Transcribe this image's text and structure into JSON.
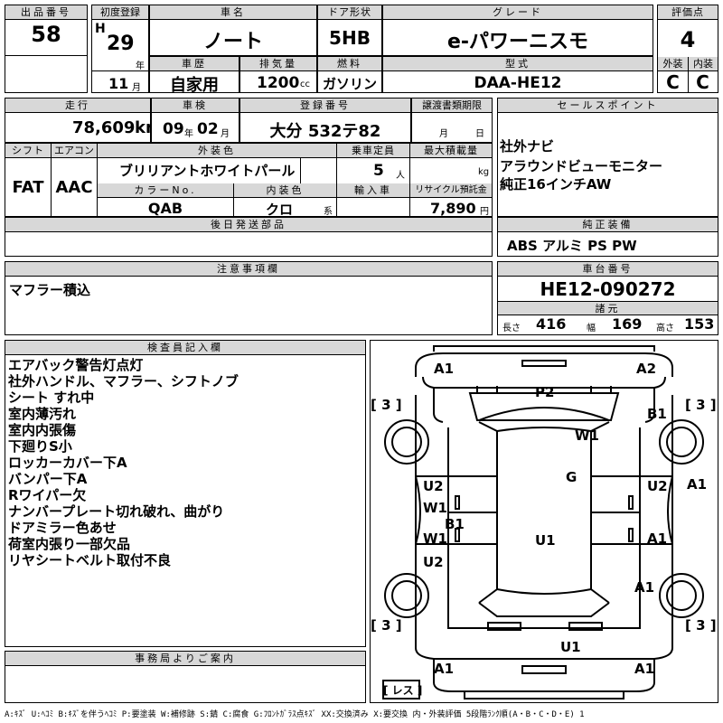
{
  "headers": {
    "lot_no": "出品番号",
    "first_reg": "初度登録",
    "car_name": "車名",
    "door": "ドア形状",
    "grade": "グレード",
    "score": "評価点",
    "history": "車歴",
    "displacement": "排気量",
    "fuel": "燃料",
    "model_code": "型式",
    "exterior": "外装",
    "interior": "内装",
    "mileage": "走行",
    "inspection": "車検",
    "plate": "登録番号",
    "transfer_deadline": "譲渡書類期限",
    "sales_point": "セールスポイント",
    "shift": "シフト",
    "aircon": "エアコン",
    "ext_color": "外装色",
    "capacity": "乗車定員",
    "max_load": "最大積載量",
    "color_no": "カラーNo.",
    "int_color": "内装色",
    "import": "輸入車",
    "recycle": "リサイクル預託金",
    "later_parts": "後日発送部品",
    "genuine_equip": "純正装備",
    "notes": "注意事項欄",
    "chassis_no": "車台番号",
    "dims": "諸元",
    "inspector": "検査員記入欄",
    "office": "事務局よりご案内"
  },
  "lot_no": "58",
  "era": "H",
  "year": "29",
  "year_unit": "年",
  "month": "11",
  "month_unit": "月",
  "car_name": "ノート",
  "door": "5HB",
  "grade": "e-パワーニスモ",
  "score": "4",
  "history": "自家用",
  "displacement": "1200",
  "displacement_unit": "cc",
  "fuel": "ガソリン",
  "model_code": "DAA-HE12",
  "exterior_score": "C",
  "interior_score": "C",
  "mileage": "78,609",
  "mileage_unit": "km",
  "inspection_year": "09",
  "inspection_year_unit": "年",
  "inspection_month": "02",
  "inspection_month_unit": "月",
  "plate": "大分 532テ82",
  "transfer_month": "月",
  "transfer_day": "日",
  "sales_points": [
    "社外ナビ",
    "アラウンドビューモニター",
    "純正16インチAW"
  ],
  "shift": "FAT",
  "aircon": "AAC",
  "ext_color": "ブリリアントホワイトパール",
  "capacity": "5",
  "capacity_unit": "人",
  "max_load_unit": "kg",
  "color_no": "QAB",
  "int_color": "クロ",
  "int_color_unit": "系",
  "recycle": "7,890",
  "recycle_unit": "円",
  "genuine_equip": "ABS アルミ PS PW",
  "notes": "マフラー積込",
  "chassis_no": "HE12-090272",
  "length_label": "長さ",
  "length": "416",
  "width_label": "幅",
  "width": "169",
  "height_label": "高さ",
  "height": "153",
  "inspector_notes": [
    "エアバック警告灯点灯",
    "社外ハンドル、マフラー、シフトノブ",
    "シート すれ中",
    "室内薄汚れ",
    "室内内張傷",
    "下廻りS小",
    "ロッカーカバー下A",
    "バンパー下A",
    "Rワイパー欠",
    "ナンバープレート切れ破れ、曲がり",
    "ドアミラー色あせ",
    "荷室内張り一部欠品",
    "リヤシートベルト取付不良"
  ],
  "damage_marks": {
    "front_left": "A1",
    "front_right": "A2",
    "tire_fl": "[ 3 ]",
    "tire_fr": "[ 3 ]",
    "roof_front": "P2",
    "hood_right": "B1",
    "right_front": "W1",
    "left_door_front_u": "U2",
    "left_door_front_w": "W1",
    "left_sill": "B1",
    "left_door_rear_w": "W1",
    "left_door_rear_u": "U2",
    "glass": "G",
    "right_door_front_u": "U2",
    "right_fender": "A1",
    "roof": "U1",
    "right_door_rear": "A1",
    "right_quarter": "A1",
    "tire_rl": "[ 3 ]",
    "tire_rr": "[ 3 ]",
    "rear_u": "U1",
    "rear_left": "A1",
    "rear_right": "A1",
    "spare": "[ レス ]"
  },
  "legend": "A:ｷｽﾞ U:ﾍｺﾐ B:ｷｽﾞを伴うﾍｺﾐ P:要塗装 W:補修跡 S:錆 C:腐食 G:ﾌﾛﾝﾄｶﾞﾗｽ点ｷｽﾞ XX:交換済み X:要交換 内・外装評価 5段階ﾗﾝｸ順(A・B・C・D・E) 1"
}
